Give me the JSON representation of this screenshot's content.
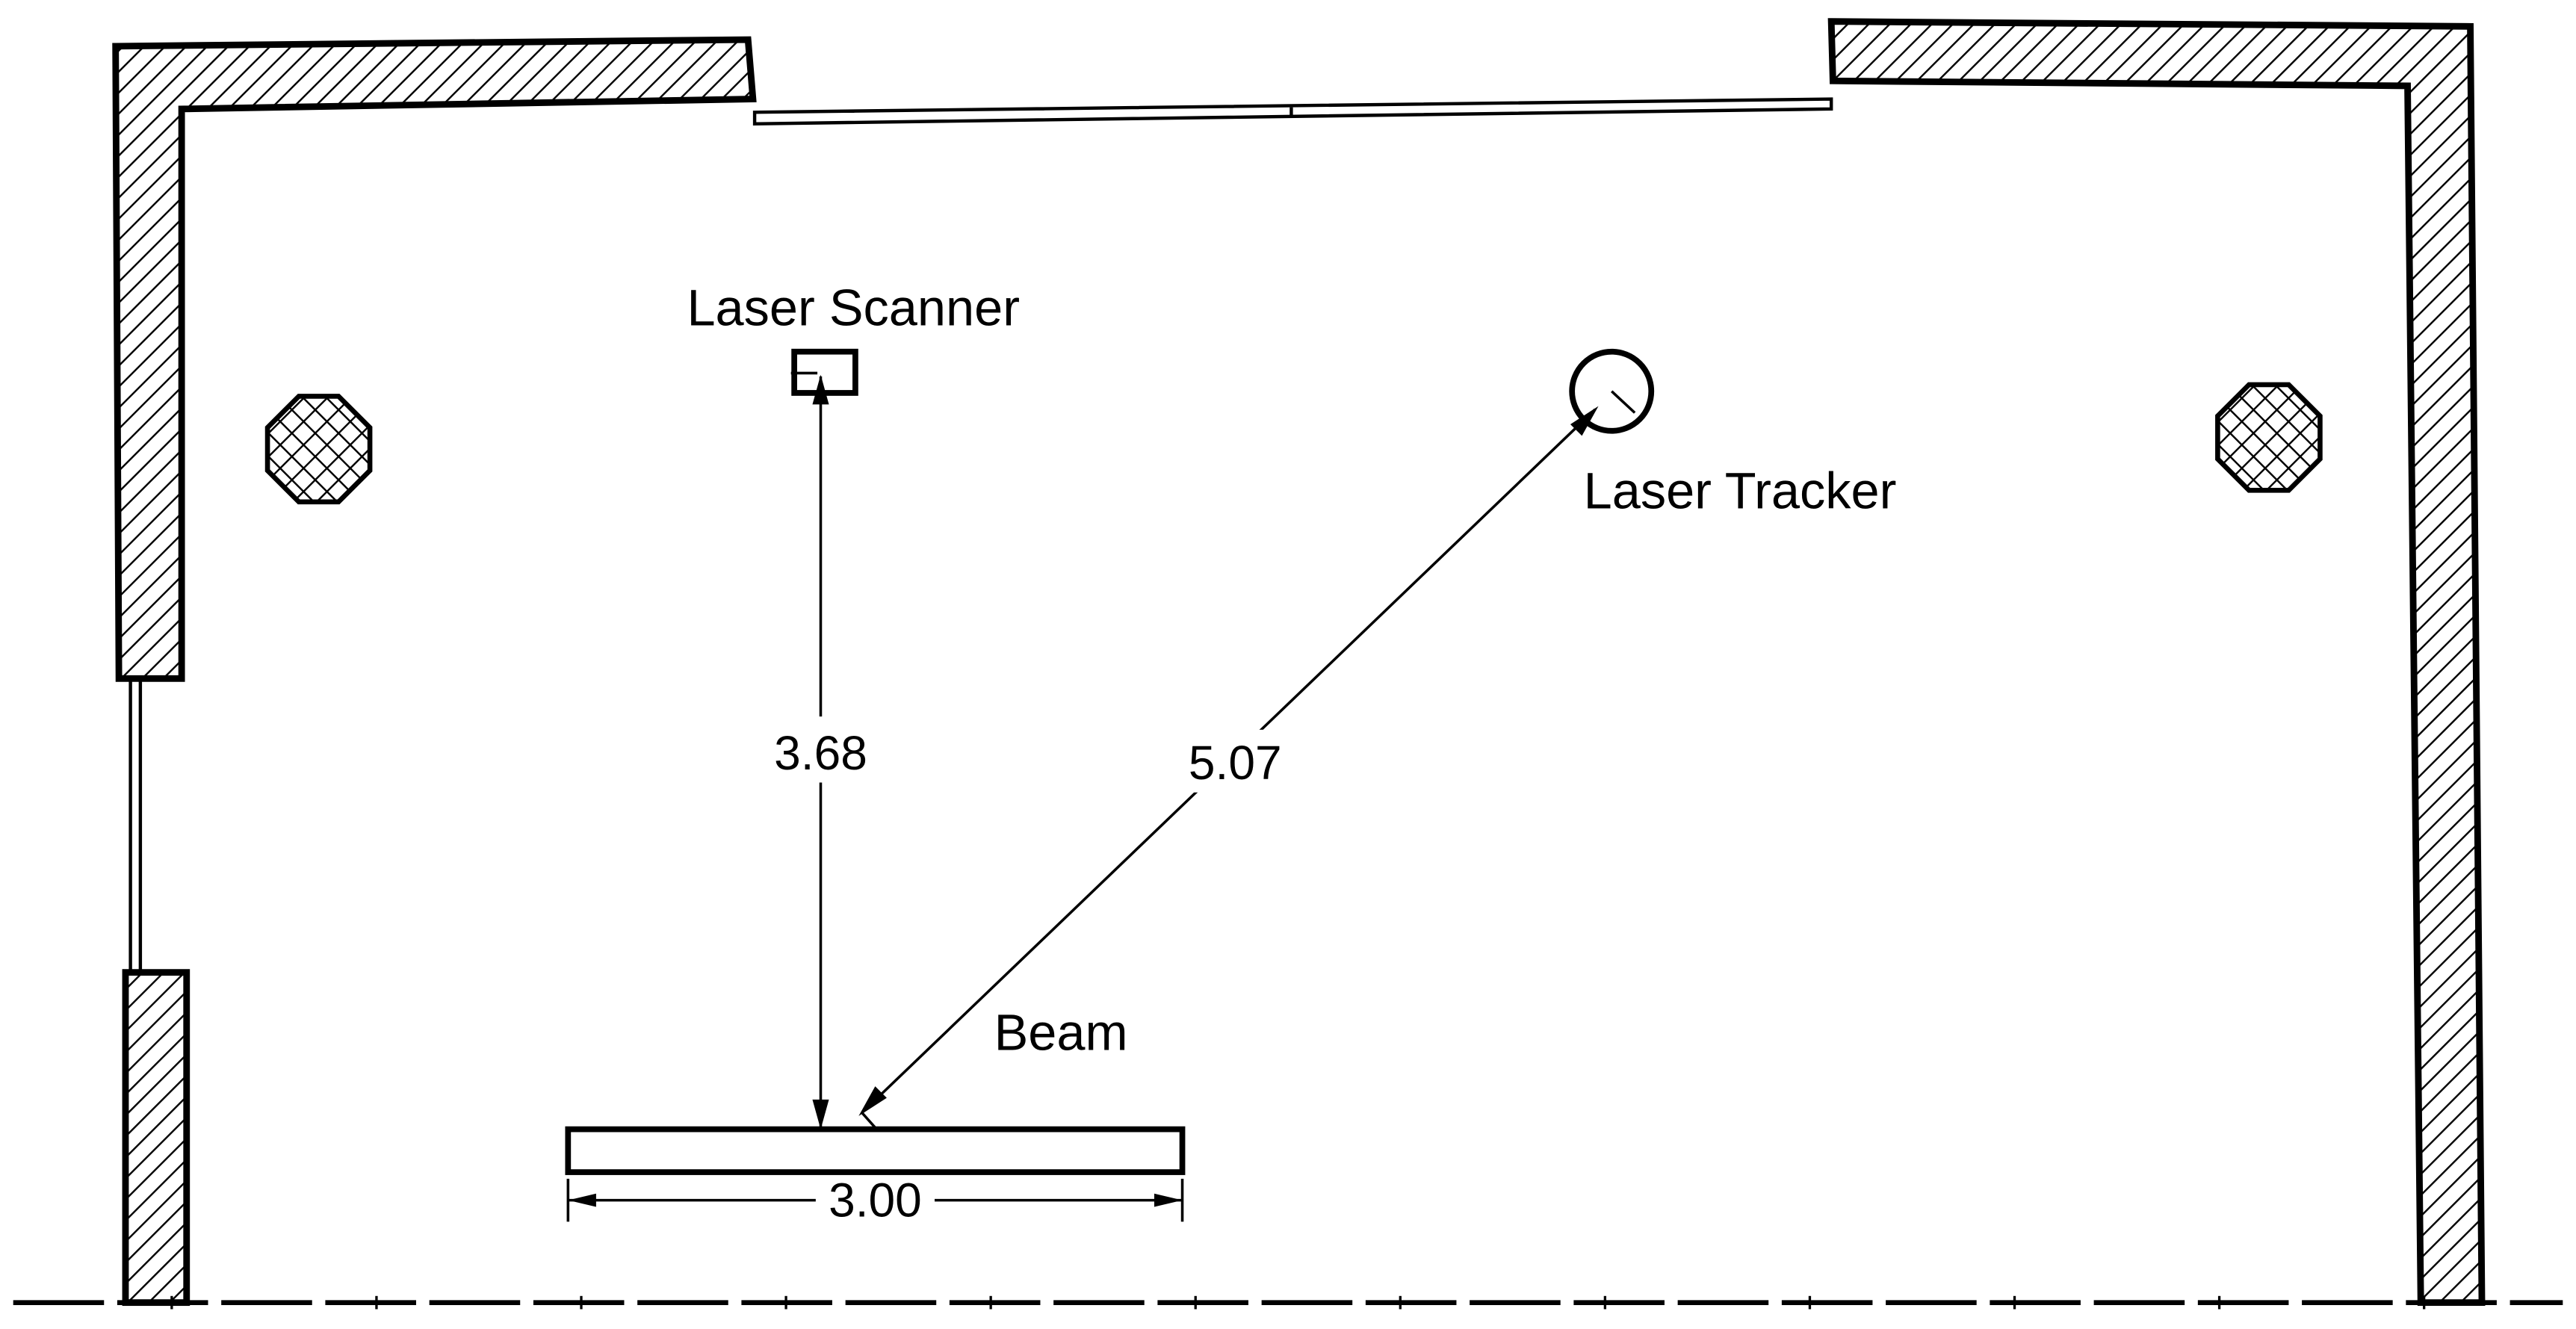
{
  "labels": {
    "laser_scanner": "Laser Scanner",
    "laser_tracker": "Laser Tracker",
    "beam": "Beam"
  },
  "dimensions": {
    "scanner_to_beam": "3.68",
    "tracker_to_beam": "5.07",
    "beam_length": "3.00"
  },
  "colors": {
    "line": "#000000",
    "background": "#ffffff"
  }
}
